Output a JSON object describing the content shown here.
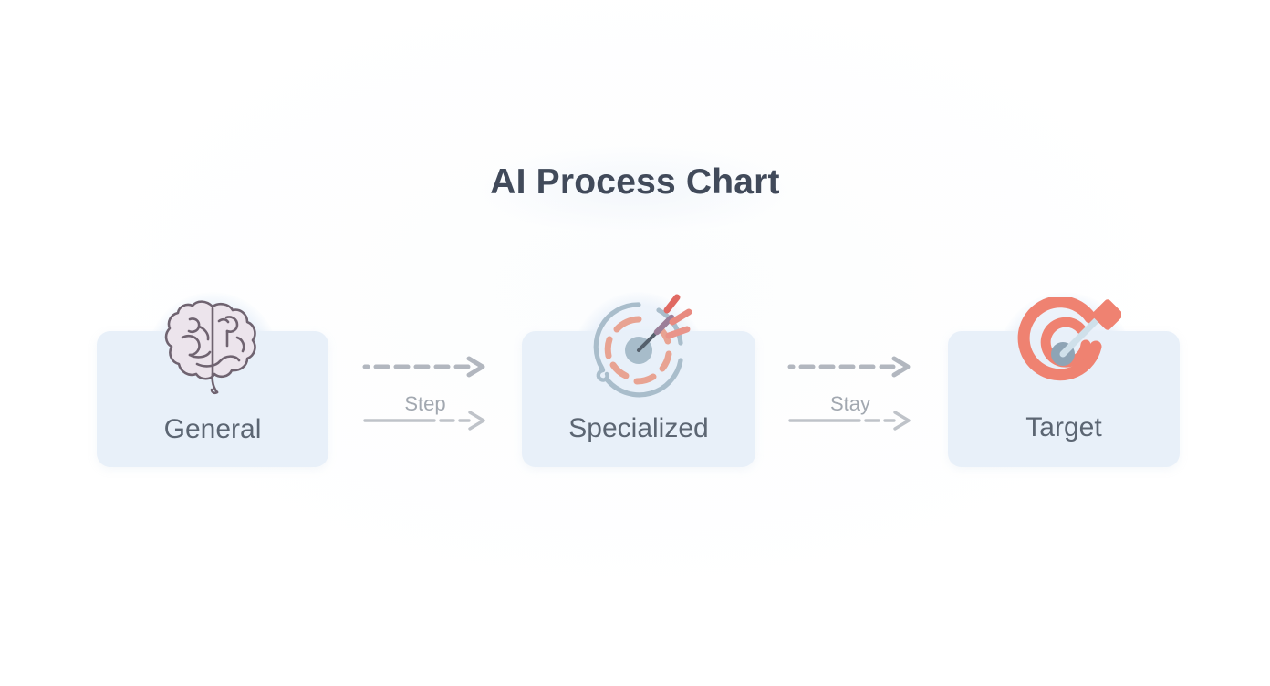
{
  "page": {
    "title": "AI Process Chart",
    "background_color": "#ffffff"
  },
  "theme": {
    "title_color": "#414a5a",
    "card_fill": "#e8f0f9",
    "card_label_color": "#5c6673",
    "edge_color": "#b2b7bf",
    "edge_label_color": "#a2a8b0",
    "accent_coral": "#ef8271",
    "accent_slate": "#8ea4b5",
    "accent_mauve": "#7a6a78"
  },
  "chart_data": {
    "type": "diagram",
    "layout": "horizontal-flow",
    "title": "AI Process Chart",
    "nodes": [
      {
        "id": "general",
        "label": "General",
        "icon": "brain-icon"
      },
      {
        "id": "specialized",
        "label": "Specialized",
        "icon": "gauge-icon"
      },
      {
        "id": "target",
        "label": "Target",
        "icon": "target-icon"
      }
    ],
    "edges": [
      {
        "from": "general",
        "to": "specialized",
        "label": "Step"
      },
      {
        "from": "specialized",
        "to": "target",
        "label": "Stay"
      }
    ]
  },
  "nodes": [
    {
      "label": "General",
      "icon_name": "brain-icon"
    },
    {
      "label": "Specialized",
      "icon_name": "gauge-icon"
    },
    {
      "label": "Target",
      "icon_name": "target-icon"
    }
  ],
  "edges": [
    {
      "label": "Step"
    },
    {
      "label": "Stay"
    }
  ]
}
